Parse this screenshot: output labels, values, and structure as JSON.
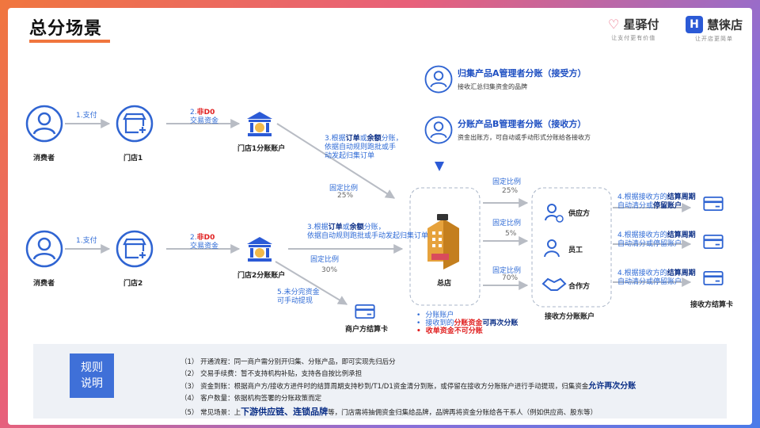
{
  "page_title": "总分场景",
  "brands": [
    {
      "name": "星驿付",
      "slogan": "让支付更有价值"
    },
    {
      "name": "慧徕店",
      "mark": "H",
      "slogan": "让开店更简单"
    }
  ],
  "roles": [
    {
      "title": "归集产品A管理者分账（接受方）",
      "desc": "接收汇总归集资金的品牌"
    },
    {
      "title": "分账产品B管理者分账（接收方）",
      "desc": "资金出账方，可自动或手动形式分账给各接收方"
    }
  ],
  "nodes": {
    "consumer": "消费者",
    "store1": "门店1",
    "store2": "门店2",
    "store1_account": "门店1分账账户",
    "store2_account": "门店2分账账户",
    "merchant_card": "商户方结算卡",
    "hq": "总店",
    "supplier": "供应方",
    "staff": "员工",
    "partner": "合作方",
    "receiver_account": "接收方分账账户",
    "receiver_card": "接收方结算卡"
  },
  "steps": {
    "pay": "1.支付",
    "non_d0_prefix": "2.",
    "non_d0": "非D0",
    "trade_funds": "交易资金",
    "step3_a": "3.根据",
    "order": "订单",
    "or": "或",
    "balance": "余额",
    "step3_b": "分账，",
    "step3_c": "依据自动规则跑批或手",
    "step3_d": "动发起归集订单",
    "step3_c2": "依据自动规则跑批或手动发起归集订单",
    "fixed_ratio": "固定比例",
    "ratio_25": "25%",
    "ratio_30": "30%",
    "ratio_5": "5%",
    "ratio_70": "70%",
    "step5_a": "5.未分完资金",
    "step5_b": "可手动提现",
    "step4_a": "4.根据接收方的",
    "cycle": "结算周期",
    "step4_b": "自动清分或",
    "stay": "停留账户",
    "step4_c": "自动清分或停留账户"
  },
  "hq_bullets": {
    "b1": "分账账户",
    "b2_a": "接收到的",
    "b2_red": "分账资金",
    "b2_b": "可再次分账",
    "b3": "收单资金不可分账"
  },
  "rules": {
    "label_1": "规则",
    "label_2": "说明",
    "n1": "（1） 开通流程：同一商户需分别开归集、分账产品，即可实现先归后分",
    "n2": "（2） 交易手续费：暂不支持机构补贴，支持各自按比例承担",
    "n3_a": "（3） 资金到账：根据商户方/接收方进件时的结算周期支持秒到/T1/D1资金清分到账，或停留在接收方分账账户进行手动提现，归集资金",
    "n3_em": "允许再次分账",
    "n4": "（4） 客户数量：依据机构签署的分账政策而定",
    "n5_a": "（5） 常见场景：上",
    "n5_big": "下游供应链、连锁品牌",
    "n5_b": "等，门店需将抽佣资金归集给品牌，品牌再将资金分账给各干系人（例如供应商、股东等）"
  },
  "colors": {
    "accent_blue": "#2f6bd6",
    "navy": "#0a2e86",
    "alert_red": "#e02020",
    "title_underline": "#f0763e"
  }
}
